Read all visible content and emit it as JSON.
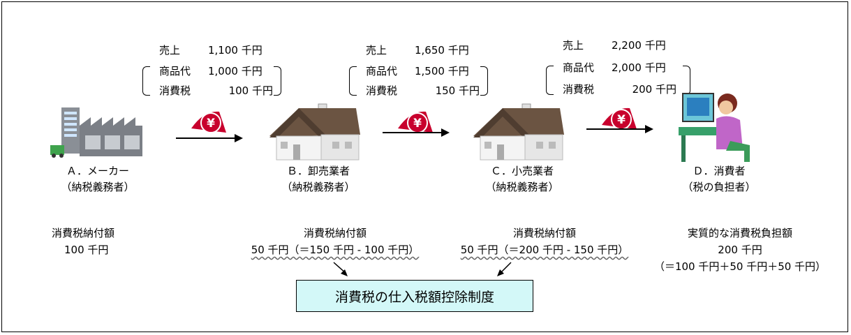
{
  "flows": [
    {
      "sales_label": "売上",
      "sales_value": "1,100 千円",
      "goods_label": "商品代",
      "goods_value": "1,000 千円",
      "tax_label": "消費税",
      "tax_value": "100 千円"
    },
    {
      "sales_label": "売上",
      "sales_value": "1,650 千円",
      "goods_label": "商品代",
      "goods_value": "1,500 千円",
      "tax_label": "消費税",
      "tax_value": "150 千円"
    },
    {
      "sales_label": "売上",
      "sales_value": "2,200 千円",
      "goods_label": "商品代",
      "goods_value": "2,000 千円",
      "tax_label": "消費税",
      "tax_value": "200 千円"
    }
  ],
  "yen_symbol": "¥",
  "actors": [
    {
      "name": "Ａ．メーカー",
      "role": "（納税義務者）",
      "icon": "factory-icon"
    },
    {
      "name": "Ｂ．卸売業者",
      "role": "（納税義務者）",
      "icon": "house-icon"
    },
    {
      "name": "Ｃ．小売業者",
      "role": "（納税義務者）",
      "icon": "house-icon"
    },
    {
      "name": "Ｄ．消費者",
      "role": "（税の負担者）",
      "icon": "consumer-icon"
    }
  ],
  "payments": [
    {
      "title": "消費税納付額",
      "amount": "100 千円"
    },
    {
      "title": "消費税納付額",
      "amount": "50 千円（＝150 千円 - 100 千円）"
    },
    {
      "title": "消費税納付額",
      "amount": "50 千円（＝200 千円 - 150 千円）"
    },
    {
      "title": "実質的な消費税負担額",
      "amount": "200 千円",
      "detail": "（＝100 千円＋50 千円＋50 千円）"
    }
  ],
  "control_system": "消費税の仕入税額控除制度",
  "colors": {
    "yen_badge": "#c8002d",
    "box_fill": "#d3f8f8",
    "roof": "#6b5442",
    "wall": "#f4f4f4"
  }
}
